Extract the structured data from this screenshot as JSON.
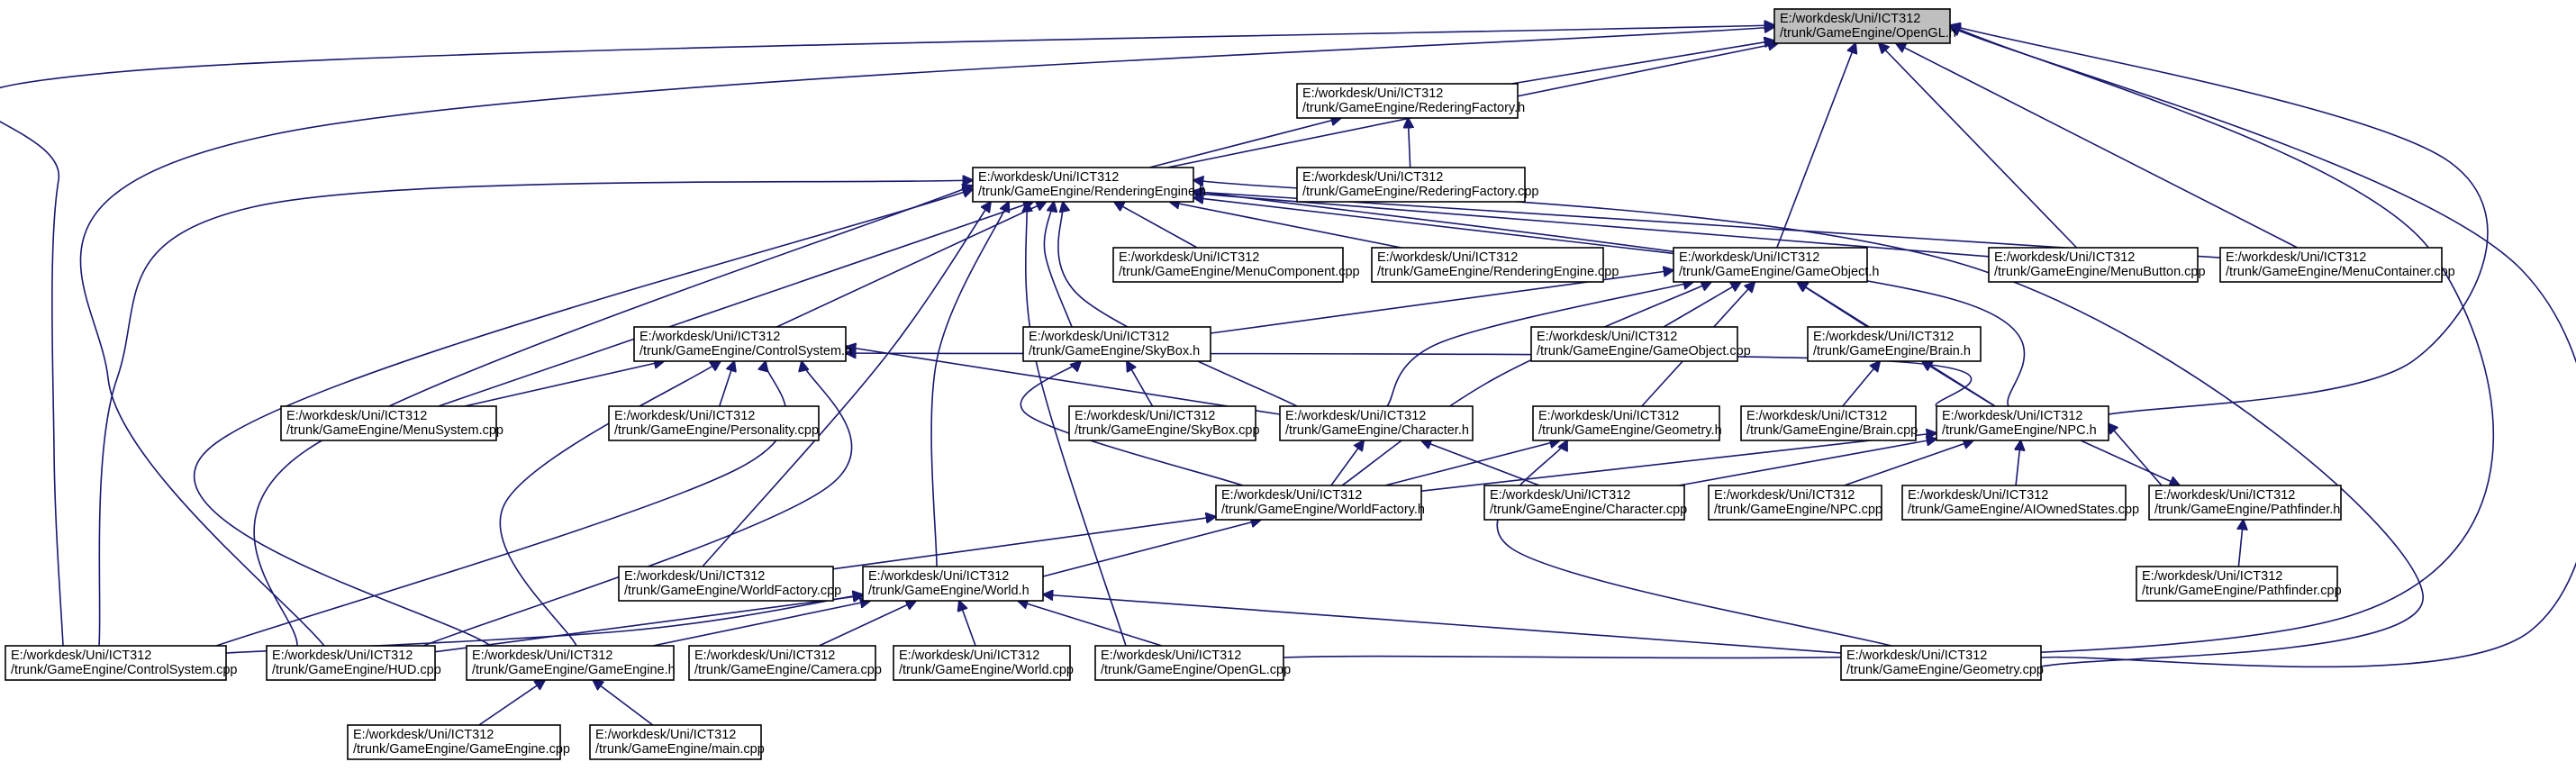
{
  "graph": {
    "root": "opengl_h",
    "line_color": "#191970",
    "root_fill": "#bfbfbf",
    "nodes": [
      {
        "id": "opengl_h",
        "lines": [
          "E:/workdesk/Uni/ICT312",
          "/trunk/GameEngine/OpenGL.h"
        ]
      },
      {
        "id": "rederingfactory_h",
        "lines": [
          "E:/workdesk/Uni/ICT312",
          "/trunk/GameEngine/RederingFactory.h"
        ]
      },
      {
        "id": "rederingfactory_cpp",
        "lines": [
          "E:/workdesk/Uni/ICT312",
          "/trunk/GameEngine/RederingFactory.cpp"
        ]
      },
      {
        "id": "renderingengine_h",
        "lines": [
          "E:/workdesk/Uni/ICT312",
          "/trunk/GameEngine/RenderingEngine.h"
        ]
      },
      {
        "id": "menucomponent_cpp",
        "lines": [
          "E:/workdesk/Uni/ICT312",
          "/trunk/GameEngine/MenuComponent.cpp"
        ]
      },
      {
        "id": "renderingengine_cpp",
        "lines": [
          "E:/workdesk/Uni/ICT312",
          "/trunk/GameEngine/RenderingEngine.cpp"
        ]
      },
      {
        "id": "gameobject_h",
        "lines": [
          "E:/workdesk/Uni/ICT312",
          "/trunk/GameEngine/GameObject.h"
        ]
      },
      {
        "id": "menubutton_cpp",
        "lines": [
          "E:/workdesk/Uni/ICT312",
          "/trunk/GameEngine/MenuButton.cpp"
        ]
      },
      {
        "id": "menucontainer_cpp",
        "lines": [
          "E:/workdesk/Uni/ICT312",
          "/trunk/GameEngine/MenuContainer.cpp"
        ]
      },
      {
        "id": "controlsystem_h",
        "lines": [
          "E:/workdesk/Uni/ICT312",
          "/trunk/GameEngine/ControlSystem.h"
        ]
      },
      {
        "id": "skybox_h",
        "lines": [
          "E:/workdesk/Uni/ICT312",
          "/trunk/GameEngine/SkyBox.h"
        ]
      },
      {
        "id": "gameobject_cpp",
        "lines": [
          "E:/workdesk/Uni/ICT312",
          "/trunk/GameEngine/GameObject.cpp"
        ]
      },
      {
        "id": "brain_h",
        "lines": [
          "E:/workdesk/Uni/ICT312",
          "/trunk/GameEngine/Brain.h"
        ]
      },
      {
        "id": "menusystem_cpp",
        "lines": [
          "E:/workdesk/Uni/ICT312",
          "/trunk/GameEngine/MenuSystem.cpp"
        ]
      },
      {
        "id": "personality_cpp",
        "lines": [
          "E:/workdesk/Uni/ICT312",
          "/trunk/GameEngine/Personality.cpp"
        ]
      },
      {
        "id": "skybox_cpp",
        "lines": [
          "E:/workdesk/Uni/ICT312",
          "/trunk/GameEngine/SkyBox.cpp"
        ]
      },
      {
        "id": "character_h",
        "lines": [
          "E:/workdesk/Uni/ICT312",
          "/trunk/GameEngine/Character.h"
        ]
      },
      {
        "id": "geometry_h",
        "lines": [
          "E:/workdesk/Uni/ICT312",
          "/trunk/GameEngine/Geometry.h"
        ]
      },
      {
        "id": "brain_cpp",
        "lines": [
          "E:/workdesk/Uni/ICT312",
          "/trunk/GameEngine/Brain.cpp"
        ]
      },
      {
        "id": "npc_h",
        "lines": [
          "E:/workdesk/Uni/ICT312",
          "/trunk/GameEngine/NPC.h"
        ]
      },
      {
        "id": "worldfactory_h",
        "lines": [
          "E:/workdesk/Uni/ICT312",
          "/trunk/GameEngine/WorldFactory.h"
        ]
      },
      {
        "id": "character_cpp",
        "lines": [
          "E:/workdesk/Uni/ICT312",
          "/trunk/GameEngine/Character.cpp"
        ]
      },
      {
        "id": "npc_cpp",
        "lines": [
          "E:/workdesk/Uni/ICT312",
          "/trunk/GameEngine/NPC.cpp"
        ]
      },
      {
        "id": "aiownedstates_cpp",
        "lines": [
          "E:/workdesk/Uni/ICT312",
          "/trunk/GameEngine/AIOwnedStates.cpp"
        ]
      },
      {
        "id": "pathfinder_h",
        "lines": [
          "E:/workdesk/Uni/ICT312",
          "/trunk/GameEngine/Pathfinder.h"
        ]
      },
      {
        "id": "worldfactory_cpp",
        "lines": [
          "E:/workdesk/Uni/ICT312",
          "/trunk/GameEngine/WorldFactory.cpp"
        ]
      },
      {
        "id": "world_h",
        "lines": [
          "E:/workdesk/Uni/ICT312",
          "/trunk/GameEngine/World.h"
        ]
      },
      {
        "id": "pathfinder_cpp",
        "lines": [
          "E:/workdesk/Uni/ICT312",
          "/trunk/GameEngine/Pathfinder.cpp"
        ]
      },
      {
        "id": "controlsystem_cpp",
        "lines": [
          "E:/workdesk/Uni/ICT312",
          "/trunk/GameEngine/ControlSystem.cpp"
        ]
      },
      {
        "id": "hud_cpp",
        "lines": [
          "E:/workdesk/Uni/ICT312",
          "/trunk/GameEngine/HUD.cpp"
        ]
      },
      {
        "id": "gameengine_h",
        "lines": [
          "E:/workdesk/Uni/ICT312",
          "/trunk/GameEngine/GameEngine.h"
        ]
      },
      {
        "id": "camera_cpp",
        "lines": [
          "E:/workdesk/Uni/ICT312",
          "/trunk/GameEngine/Camera.cpp"
        ]
      },
      {
        "id": "world_cpp",
        "lines": [
          "E:/workdesk/Uni/ICT312",
          "/trunk/GameEngine/World.cpp"
        ]
      },
      {
        "id": "opengl_cpp",
        "lines": [
          "E:/workdesk/Uni/ICT312",
          "/trunk/GameEngine/OpenGL.cpp"
        ]
      },
      {
        "id": "geometry_cpp",
        "lines": [
          "E:/workdesk/Uni/ICT312",
          "/trunk/GameEngine/Geometry.cpp"
        ]
      },
      {
        "id": "gameengine_cpp",
        "lines": [
          "E:/workdesk/Uni/ICT312",
          "/trunk/GameEngine/GameEngine.cpp"
        ]
      },
      {
        "id": "main_cpp",
        "lines": [
          "E:/workdesk/Uni/ICT312",
          "/trunk/GameEngine/main.cpp"
        ]
      }
    ],
    "edges": [
      {
        "from": "rederingfactory_h",
        "to": "opengl_h"
      },
      {
        "from": "renderingengine_h",
        "to": "opengl_h"
      },
      {
        "from": "renderingengine_h",
        "to": "rederingfactory_h"
      },
      {
        "from": "rederingfactory_cpp",
        "to": "rederingfactory_h"
      },
      {
        "from": "gameobject_h",
        "to": "opengl_h"
      },
      {
        "from": "menubutton_cpp",
        "to": "opengl_h"
      },
      {
        "from": "menucontainer_cpp",
        "to": "opengl_h"
      },
      {
        "from": "npc_h",
        "to": "opengl_h"
      },
      {
        "from": "controlsystem_cpp",
        "to": "opengl_h"
      },
      {
        "from": "hud_cpp",
        "to": "opengl_h"
      },
      {
        "from": "geometry_cpp",
        "to": "opengl_h"
      },
      {
        "from": "opengl_cpp",
        "to": "opengl_h"
      },
      {
        "from": "menucomponent_cpp",
        "to": "renderingengine_h"
      },
      {
        "from": "renderingengine_cpp",
        "to": "renderingengine_h"
      },
      {
        "from": "gameobject_h",
        "to": "renderingengine_h"
      },
      {
        "from": "menubutton_cpp",
        "to": "renderingengine_h"
      },
      {
        "from": "menucontainer_cpp",
        "to": "renderingengine_h"
      },
      {
        "from": "controlsystem_h",
        "to": "renderingengine_h"
      },
      {
        "from": "skybox_h",
        "to": "renderingengine_h"
      },
      {
        "from": "menusystem_cpp",
        "to": "renderingengine_h"
      },
      {
        "from": "character_h",
        "to": "renderingengine_h"
      },
      {
        "from": "npc_h",
        "to": "renderingengine_h"
      },
      {
        "from": "worldfactory_cpp",
        "to": "renderingengine_h"
      },
      {
        "from": "world_h",
        "to": "renderingengine_h"
      },
      {
        "from": "controlsystem_cpp",
        "to": "renderingengine_h"
      },
      {
        "from": "hud_cpp",
        "to": "renderingengine_h"
      },
      {
        "from": "gameengine_h",
        "to": "renderingengine_h"
      },
      {
        "from": "opengl_cpp",
        "to": "renderingengine_h"
      },
      {
        "from": "geometry_cpp",
        "to": "renderingengine_h"
      },
      {
        "from": "skybox_h",
        "to": "gameobject_h"
      },
      {
        "from": "gameobject_cpp",
        "to": "gameobject_h"
      },
      {
        "from": "brain_h",
        "to": "gameobject_h"
      },
      {
        "from": "character_h",
        "to": "gameobject_h"
      },
      {
        "from": "geometry_h",
        "to": "gameobject_h"
      },
      {
        "from": "npc_h",
        "to": "gameobject_h"
      },
      {
        "from": "worldfactory_h",
        "to": "gameobject_h"
      },
      {
        "from": "menusystem_cpp",
        "to": "controlsystem_h"
      },
      {
        "from": "personality_cpp",
        "to": "controlsystem_h"
      },
      {
        "from": "character_h",
        "to": "controlsystem_h"
      },
      {
        "from": "npc_h",
        "to": "controlsystem_h"
      },
      {
        "from": "controlsystem_cpp",
        "to": "controlsystem_h"
      },
      {
        "from": "hud_cpp",
        "to": "controlsystem_h"
      },
      {
        "from": "gameengine_h",
        "to": "controlsystem_h"
      },
      {
        "from": "skybox_cpp",
        "to": "skybox_h"
      },
      {
        "from": "worldfactory_h",
        "to": "skybox_h"
      },
      {
        "from": "brain_cpp",
        "to": "brain_h"
      },
      {
        "from": "npc_h",
        "to": "brain_h"
      },
      {
        "from": "worldfactory_h",
        "to": "character_h"
      },
      {
        "from": "character_cpp",
        "to": "character_h"
      },
      {
        "from": "worldfactory_h",
        "to": "geometry_h"
      },
      {
        "from": "geometry_cpp",
        "to": "geometry_h"
      },
      {
        "from": "worldfactory_h",
        "to": "npc_h"
      },
      {
        "from": "character_cpp",
        "to": "npc_h"
      },
      {
        "from": "npc_cpp",
        "to": "npc_h"
      },
      {
        "from": "aiownedstates_cpp",
        "to": "npc_h"
      },
      {
        "from": "pathfinder_h",
        "to": "npc_h"
      },
      {
        "from": "npc_h",
        "to": "pathfinder_h"
      },
      {
        "from": "pathfinder_cpp",
        "to": "pathfinder_h"
      },
      {
        "from": "worldfactory_cpp",
        "to": "worldfactory_h"
      },
      {
        "from": "world_h",
        "to": "worldfactory_h"
      },
      {
        "from": "controlsystem_cpp",
        "to": "world_h"
      },
      {
        "from": "hud_cpp",
        "to": "world_h"
      },
      {
        "from": "gameengine_h",
        "to": "world_h"
      },
      {
        "from": "camera_cpp",
        "to": "world_h"
      },
      {
        "from": "world_cpp",
        "to": "world_h"
      },
      {
        "from": "opengl_cpp",
        "to": "world_h"
      },
      {
        "from": "geometry_cpp",
        "to": "world_h"
      },
      {
        "from": "gameengine_cpp",
        "to": "gameengine_h"
      },
      {
        "from": "main_cpp",
        "to": "gameengine_h"
      }
    ]
  }
}
